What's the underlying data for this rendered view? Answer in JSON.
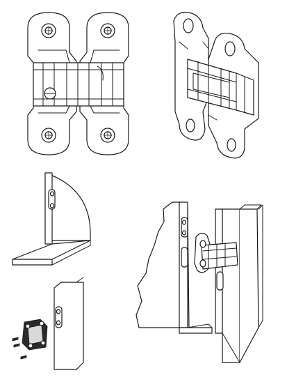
{
  "figure": {
    "panels": [
      "hinge-front-view",
      "hinge-perspective-view",
      "hinge-mortise-in-door-edge",
      "hinge-mortise-in-frame-with-loose-parts",
      "hinge-installed-in-door-and-frame"
    ],
    "line_color": "#1a1a1a",
    "background_color": "#ffffff"
  }
}
